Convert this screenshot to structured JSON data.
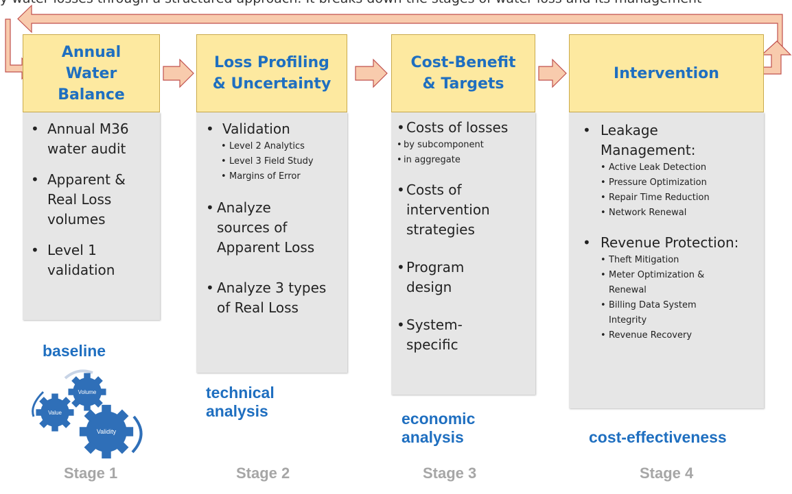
{
  "caption_partial": "y water losses through a structured approach. It breaks down the stages of water loss and its management",
  "stages": [
    {
      "heading": "Annual\nWater\nBalance",
      "items": [
        {
          "text": "Annual M36 water audit",
          "level": 1
        },
        {
          "text": "Apparent & Real Loss volumes",
          "level": 1
        },
        {
          "text": "Level 1 validation",
          "level": 1
        }
      ],
      "label": "baseline",
      "stage_label": "Stage 1"
    },
    {
      "heading": "Loss Profiling\n& Uncertainty",
      "items": [
        {
          "text": "Validation",
          "level": 1
        },
        {
          "text": "Level 2 Analytics",
          "level": 2
        },
        {
          "text": "Level 3 Field Study",
          "level": 2
        },
        {
          "text": "Margins of Error",
          "level": 2
        },
        {
          "text": "Analyze sources of Apparent Loss",
          "level": 1
        },
        {
          "text": "Analyze 3 types of Real Loss",
          "level": 1
        }
      ],
      "label": "technical analysis",
      "stage_label": "Stage 2"
    },
    {
      "heading": "Cost-Benefit\n& Targets",
      "items": [
        {
          "text": "Costs of losses",
          "level": 1
        },
        {
          "text": "by subcomponent",
          "level": 2
        },
        {
          "text": "in aggregate",
          "level": 2
        },
        {
          "text": "Costs of intervention strategies",
          "level": 1
        },
        {
          "text": "Program design",
          "level": 1
        },
        {
          "text": "System-specific",
          "level": 1
        }
      ],
      "label": "economic analysis",
      "stage_label": "Stage 3"
    },
    {
      "heading": "Intervention",
      "items": [
        {
          "text": "Leakage Management:",
          "level": 1
        },
        {
          "text": "Active Leak Detection",
          "level": 2
        },
        {
          "text": "Pressure Optimization",
          "level": 2
        },
        {
          "text": "Repair Time Reduction",
          "level": 2
        },
        {
          "text": "Network Renewal",
          "level": 2
        },
        {
          "text": "Revenue Protection:",
          "level": 1
        },
        {
          "text": "Theft Mitigation",
          "level": 2
        },
        {
          "text": "Meter Optimization & Renewal",
          "level": 2
        },
        {
          "text": "Billing Data System Integrity",
          "level": 2
        },
        {
          "text": "Revenue Recovery",
          "level": 2
        }
      ],
      "label": "cost-effectiveness",
      "stage_label": "Stage 4"
    }
  ],
  "gears": [
    "Volume",
    "Value",
    "Validity"
  ],
  "colors": {
    "heading_fill": "#fde9a0",
    "heading_text": "#1f6fc0",
    "body_fill": "#e6e6e6",
    "arrow_fill": "#f8cbad",
    "arrow_stroke": "#c0504d",
    "gear_fill": "#2f6fb8",
    "stage_text": "#a6a6a6"
  }
}
